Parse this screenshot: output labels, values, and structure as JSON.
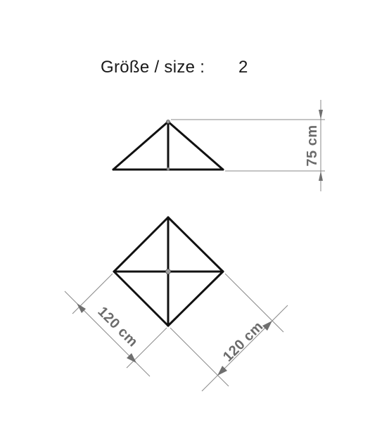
{
  "title": {
    "label": "Größe / size :",
    "value": "2"
  },
  "dimensions": {
    "height": "75 cm",
    "side_left": "120 cm",
    "side_right": "120 cm"
  }
}
